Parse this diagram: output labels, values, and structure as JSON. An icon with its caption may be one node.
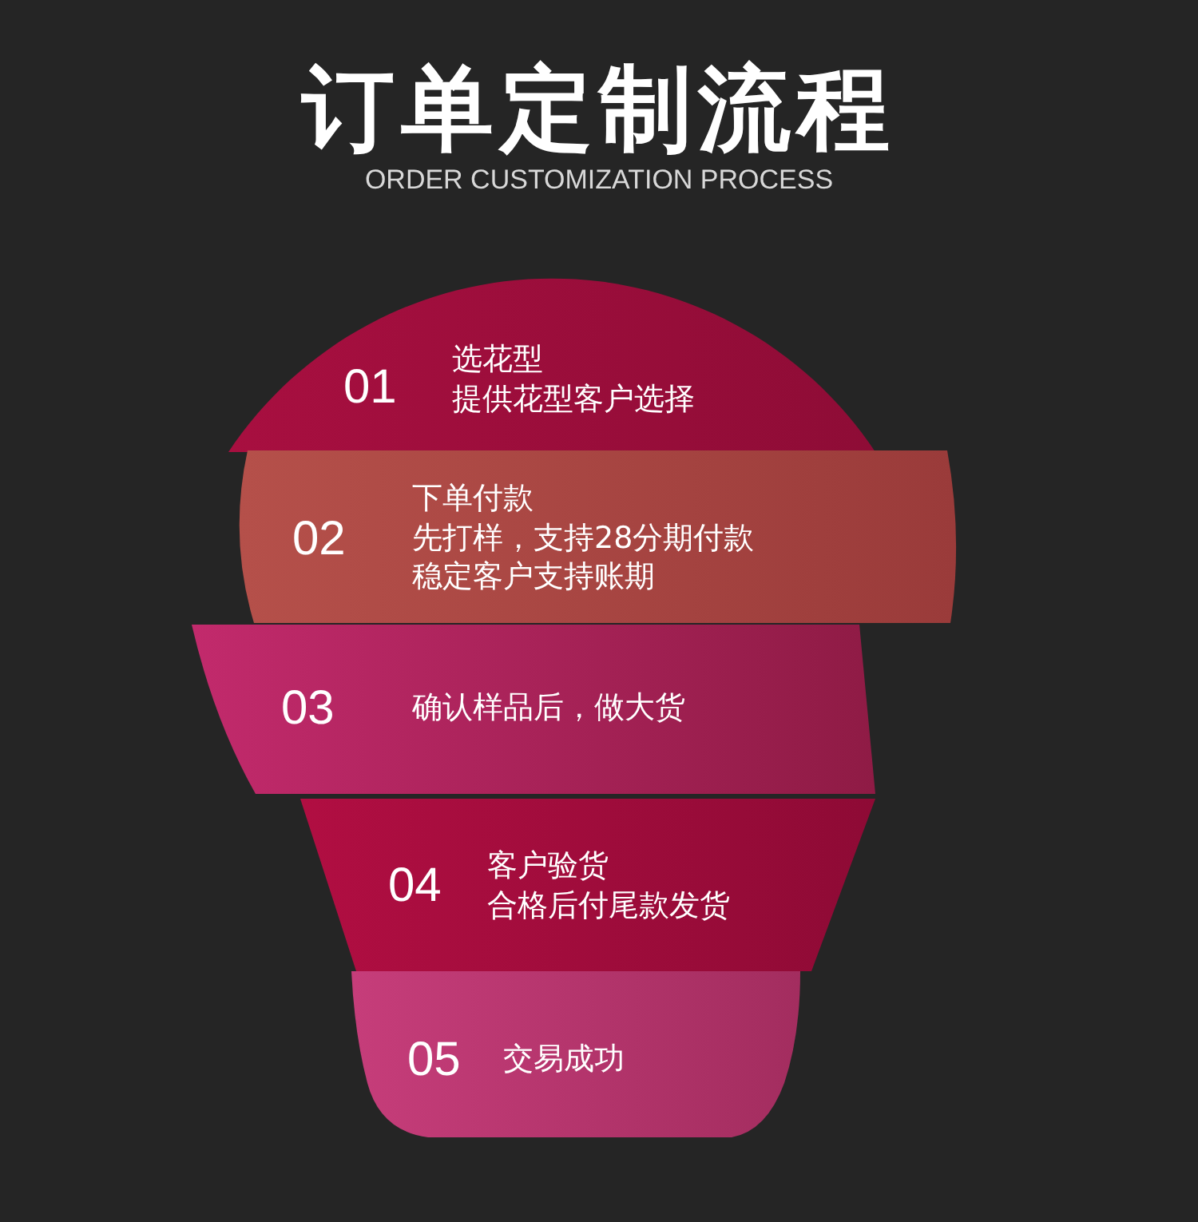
{
  "diagram": {
    "title": "订单定制流程",
    "labels": [
      "ORDER CUSTOMIZATION PROCESS"
    ],
    "nodes": [
      {
        "text": [
          "01",
          "选花型",
          "提供花型客户选择"
        ]
      },
      {
        "text": [
          "02",
          "下单付款",
          "先打样，支持28分期付款",
          "稳定客户支持账期"
        ]
      },
      {
        "text": [
          "03",
          "确认样品后，做大货"
        ]
      },
      {
        "text": [
          "04",
          "客户验货",
          "合格后付尾款发货"
        ]
      },
      {
        "text": [
          "05",
          "交易成功"
        ]
      }
    ]
  }
}
